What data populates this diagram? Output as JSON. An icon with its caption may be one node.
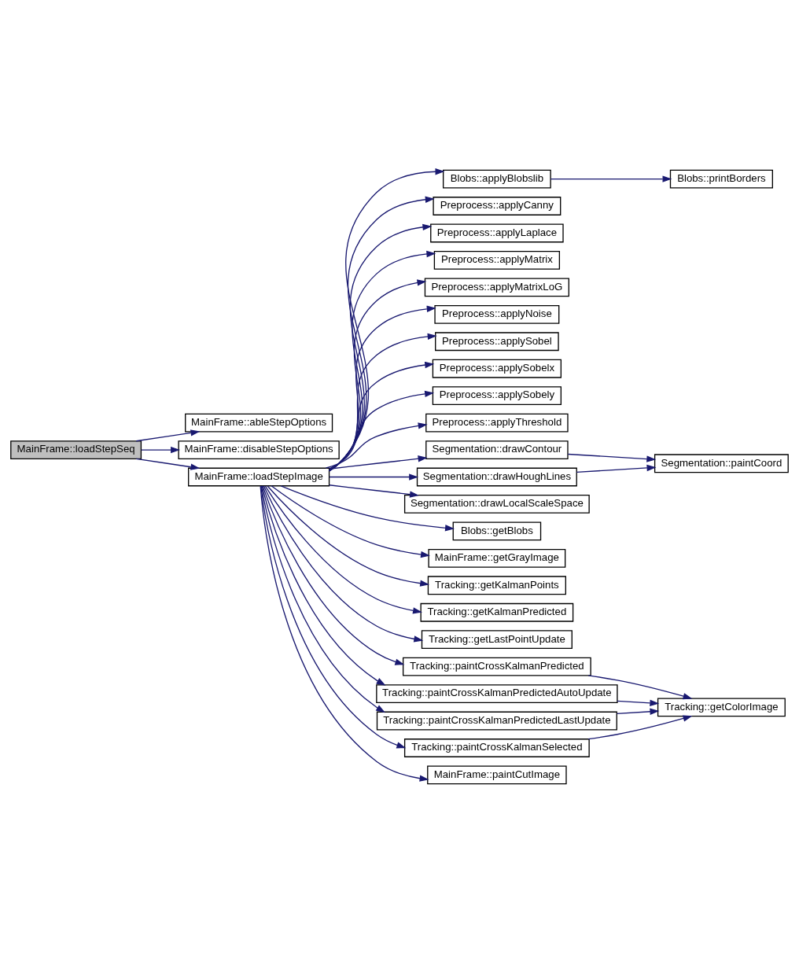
{
  "diagram": {
    "nodes": [
      {
        "text": [
          "MainFrame::loadStepSeq"
        ]
      },
      {
        "text": [
          "MainFrame::ableStepOptions"
        ]
      },
      {
        "text": [
          "MainFrame::disableStepOptions"
        ]
      },
      {
        "text": [
          "MainFrame::loadStepImage"
        ]
      },
      {
        "text": [
          "Blobs::applyBlobslib"
        ]
      },
      {
        "text": [
          "Blobs::printBorders"
        ]
      },
      {
        "text": [
          "Preprocess::applyCanny"
        ]
      },
      {
        "text": [
          "Preprocess::applyLaplace"
        ]
      },
      {
        "text": [
          "Preprocess::applyMatrix"
        ]
      },
      {
        "text": [
          "Preprocess::applyMatrixLoG"
        ]
      },
      {
        "text": [
          "Preprocess::applyNoise"
        ]
      },
      {
        "text": [
          "Preprocess::applySobel"
        ]
      },
      {
        "text": [
          "Preprocess::applySobelx"
        ]
      },
      {
        "text": [
          "Preprocess::applySobely"
        ]
      },
      {
        "text": [
          "Preprocess::applyThreshold"
        ]
      },
      {
        "text": [
          "Segmentation::drawContour"
        ]
      },
      {
        "text": [
          "Segmentation::paintCoord"
        ]
      },
      {
        "text": [
          "Segmentation::drawHoughLines"
        ]
      },
      {
        "text": [
          "Segmentation::drawLocalScaleSpace"
        ]
      },
      {
        "text": [
          "Blobs::getBlobs"
        ]
      },
      {
        "text": [
          "MainFrame::getGrayImage"
        ]
      },
      {
        "text": [
          "Tracking::getKalmanPoints"
        ]
      },
      {
        "text": [
          "Tracking::getKalmanPredicted"
        ]
      },
      {
        "text": [
          "Tracking::getLastPointUpdate"
        ]
      },
      {
        "text": [
          "Tracking::paintCrossKalmanPredicted"
        ]
      },
      {
        "text": [
          "Tracking::getColorImage"
        ]
      },
      {
        "text": [
          "Tracking::paintCrossKalmanPredictedAutoUpdate"
        ]
      },
      {
        "text": [
          "Tracking::paintCrossKalmanPredictedLastUpdate"
        ]
      },
      {
        "text": [
          "Tracking::paintCrossKalmanSelected"
        ]
      },
      {
        "text": [
          "MainFrame::paintCutImage"
        ]
      }
    ],
    "edges": [
      {
        "from": 0,
        "to": 1,
        "arrow": "to"
      },
      {
        "from": 0,
        "to": 2,
        "arrow": "to"
      },
      {
        "from": 0,
        "to": 3,
        "arrow": "to"
      },
      {
        "from": 3,
        "to": 4,
        "arrow": "to"
      },
      {
        "from": 4,
        "to": 5,
        "arrow": "to"
      },
      {
        "from": 3,
        "to": 6,
        "arrow": "to"
      },
      {
        "from": 3,
        "to": 7,
        "arrow": "to"
      },
      {
        "from": 3,
        "to": 8,
        "arrow": "to"
      },
      {
        "from": 3,
        "to": 9,
        "arrow": "to"
      },
      {
        "from": 3,
        "to": 10,
        "arrow": "to"
      },
      {
        "from": 3,
        "to": 11,
        "arrow": "to"
      },
      {
        "from": 3,
        "to": 12,
        "arrow": "to"
      },
      {
        "from": 3,
        "to": 13,
        "arrow": "to"
      },
      {
        "from": 3,
        "to": 14,
        "arrow": "to"
      },
      {
        "from": 3,
        "to": 15,
        "arrow": "to"
      },
      {
        "from": 15,
        "to": 16,
        "arrow": "to"
      },
      {
        "from": 3,
        "to": 17,
        "arrow": "to"
      },
      {
        "from": 17,
        "to": 16,
        "arrow": "to"
      },
      {
        "from": 3,
        "to": 18,
        "arrow": "to"
      },
      {
        "from": 3,
        "to": 19,
        "arrow": "to"
      },
      {
        "from": 3,
        "to": 20,
        "arrow": "to"
      },
      {
        "from": 3,
        "to": 21,
        "arrow": "to"
      },
      {
        "from": 3,
        "to": 22,
        "arrow": "to"
      },
      {
        "from": 3,
        "to": 23,
        "arrow": "to"
      },
      {
        "from": 3,
        "to": 24,
        "arrow": "to"
      },
      {
        "from": 24,
        "to": 25,
        "arrow": "to"
      },
      {
        "from": 3,
        "to": 26,
        "arrow": "to"
      },
      {
        "from": 26,
        "to": 25,
        "arrow": "to"
      },
      {
        "from": 3,
        "to": 27,
        "arrow": "to"
      },
      {
        "from": 27,
        "to": 25,
        "arrow": "to"
      },
      {
        "from": 3,
        "to": 28,
        "arrow": "to"
      },
      {
        "from": 28,
        "to": 25,
        "arrow": "to"
      },
      {
        "from": 3,
        "to": 29,
        "arrow": "to"
      }
    ]
  }
}
